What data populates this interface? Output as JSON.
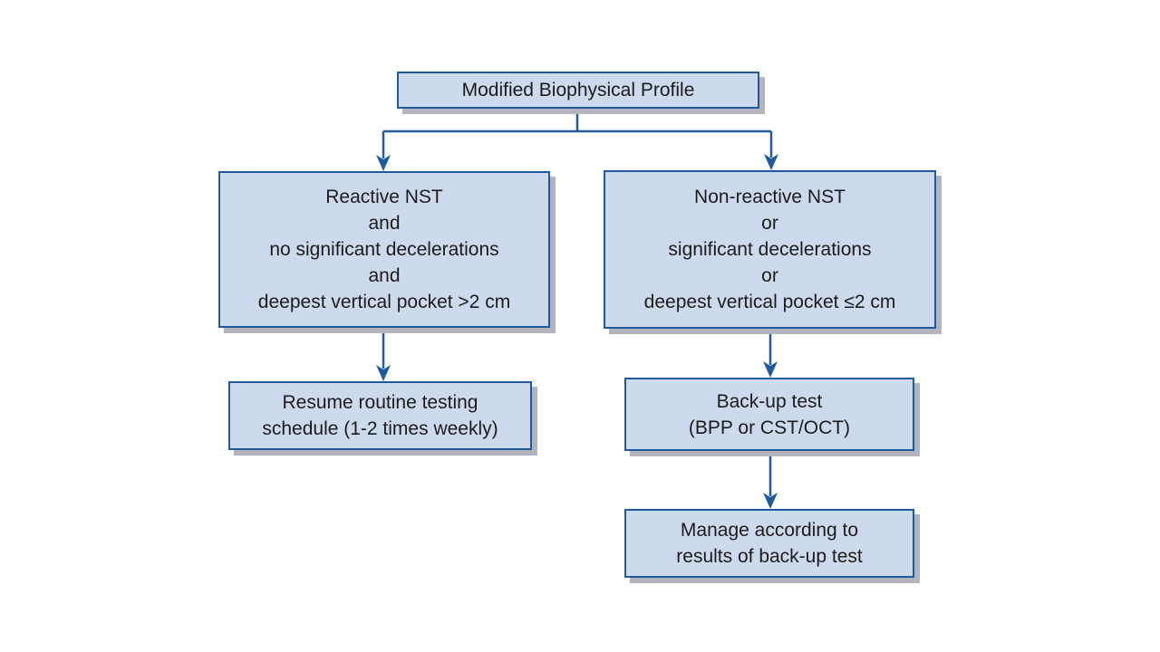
{
  "diagram": {
    "nodes": {
      "root": {
        "lines": [
          "Modified Biophysical Profile"
        ]
      },
      "reactive": {
        "lines": [
          "Reactive NST",
          "and",
          "no significant decelerations",
          "and",
          "deepest vertical pocket >2 cm"
        ]
      },
      "nonreactive": {
        "lines": [
          "Non-reactive NST",
          "or",
          "significant decelerations",
          "or",
          "deepest vertical pocket ≤2 cm"
        ]
      },
      "resume": {
        "lines": [
          "Resume routine testing",
          "schedule (1-2 times weekly)"
        ]
      },
      "backup": {
        "lines": [
          "Back-up test",
          "(BPP or CST/OCT)"
        ]
      },
      "manage": {
        "lines": [
          "Manage according to",
          "results of back-up test"
        ]
      }
    },
    "edges": [
      {
        "from": "root",
        "to": "reactive"
      },
      {
        "from": "root",
        "to": "nonreactive"
      },
      {
        "from": "reactive",
        "to": "resume"
      },
      {
        "from": "nonreactive",
        "to": "backup"
      },
      {
        "from": "backup",
        "to": "manage"
      }
    ],
    "colors": {
      "box_fill": "#cdd9ed",
      "box_border": "#1f5a9c",
      "connector": "#1f5a9c",
      "shadow": "#b4b4bf",
      "text": "#1c1c1c"
    }
  }
}
